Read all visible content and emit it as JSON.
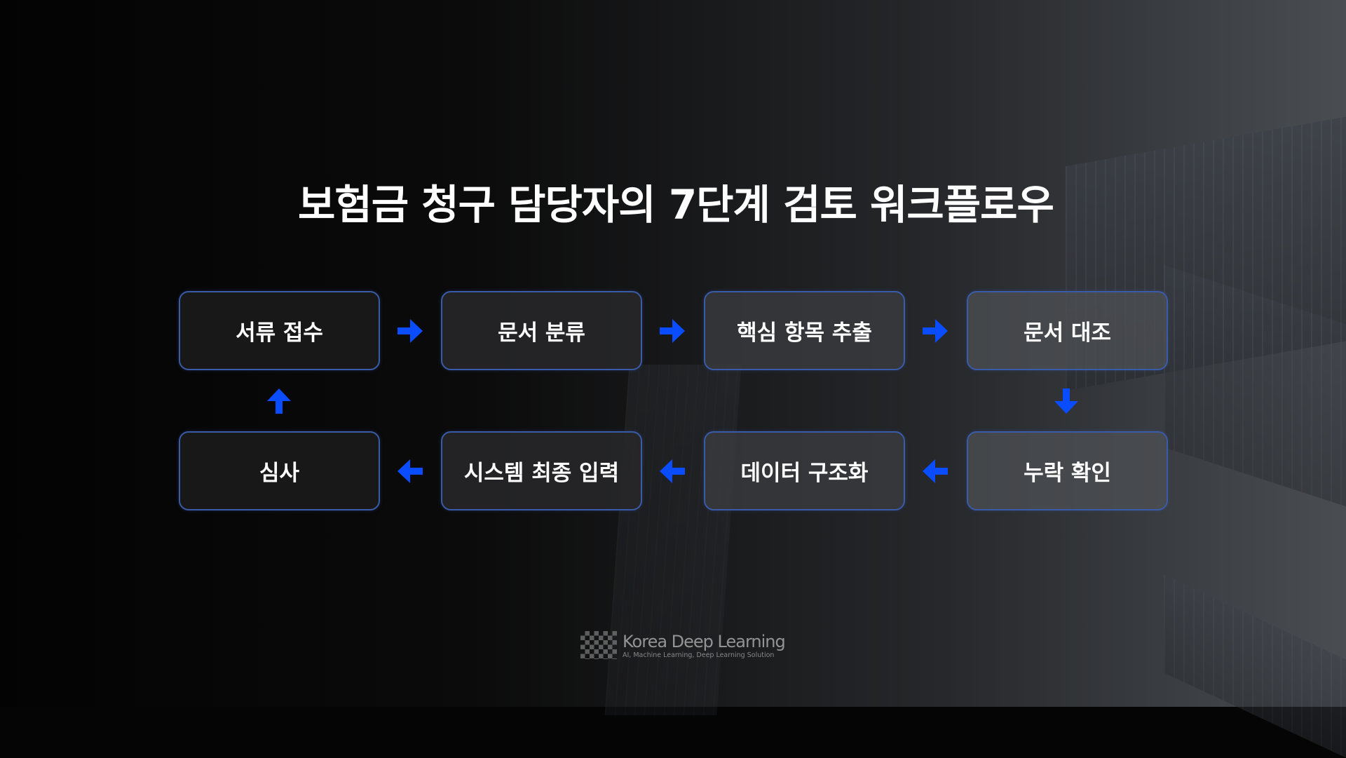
{
  "title": "보험금 청구 담당자의 7단계 검토 워크플로우",
  "steps": [
    "서류 접수",
    "문서 분류",
    "핵심 항목 추출",
    "문서 대조",
    "누락 확인",
    "데이터 구조화",
    "시스템 최종 입력",
    "심사"
  ],
  "colors": {
    "accent": "#0a4cff",
    "border": "#3a5ba8"
  },
  "logo": {
    "name": "Korea Deep Learning",
    "tagline": "AI, Machine Learning, Deep Learning Solution"
  }
}
